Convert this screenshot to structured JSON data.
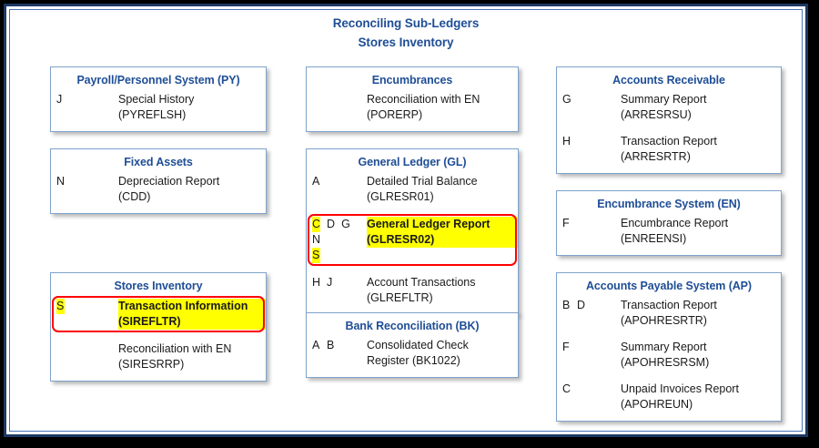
{
  "title": {
    "line1": "Reconciling Sub-Ledgers",
    "line2": "Stores Inventory"
  },
  "colors": {
    "frame_outer": "#1f3864",
    "frame_inner": "#4a76b8",
    "box_border": "#7fa3cc",
    "heading_blue": "#1f4e96",
    "highlight_yellow": "#ffff00",
    "highlight_outline_red": "#ff0000",
    "body_text": "#1a1a1a",
    "page_background": "#000000"
  },
  "boxes": [
    {
      "id": "payroll-personnel-system",
      "title": "Payroll/Personnel System (PY)",
      "rows": [
        {
          "codes": [
            "J"
          ],
          "highlighted_codes": [],
          "lines": [
            "Special History",
            "(PYREFLSH)"
          ],
          "highlighted": false
        }
      ]
    },
    {
      "id": "fixed-assets",
      "title": "Fixed Assets",
      "rows": [
        {
          "codes": [
            "N"
          ],
          "highlighted_codes": [],
          "lines": [
            "Depreciation Report",
            "(CDD)"
          ],
          "highlighted": false
        }
      ]
    },
    {
      "id": "stores-inventory",
      "title": "Stores Inventory",
      "rows": [
        {
          "codes": [
            "S"
          ],
          "highlighted_codes": [
            "S"
          ],
          "lines": [
            "Transaction Information",
            "(SIREFLTR)"
          ],
          "highlighted": true
        },
        {
          "codes": [],
          "highlighted_codes": [],
          "lines": [
            "Reconciliation with EN",
            "(SIRESRRP)"
          ],
          "highlighted": false
        }
      ]
    },
    {
      "id": "encumbrances",
      "title": "Encumbrances",
      "rows": [
        {
          "codes": [],
          "highlighted_codes": [],
          "lines": [
            "Reconciliation with EN",
            "(PORERP)"
          ],
          "highlighted": false
        }
      ]
    },
    {
      "id": "general-ledger",
      "title": "General Ledger (GL)",
      "rows": [
        {
          "codes": [
            "A"
          ],
          "highlighted_codes": [],
          "lines": [
            "Detailed Trial Balance",
            "(GLRESR01)"
          ],
          "highlighted": false
        },
        {
          "codes": [
            "C",
            "D",
            "G",
            "N",
            "S"
          ],
          "highlighted_codes": [
            "C",
            "S"
          ],
          "break_after": "N",
          "lines": [
            "General Ledger Report",
            "(GLRESR02)"
          ],
          "highlighted": true
        },
        {
          "codes": [
            "H",
            "J"
          ],
          "highlighted_codes": [],
          "lines": [
            "Account Transactions",
            "(GLREFLTR)"
          ],
          "highlighted": false
        }
      ]
    },
    {
      "id": "bank-reconciliation",
      "title": "Bank Reconciliation (BK)",
      "rows": [
        {
          "codes": [
            "A",
            "B"
          ],
          "highlighted_codes": [],
          "lines": [
            "Consolidated Check",
            "Register (BK1022)"
          ],
          "highlighted": false
        }
      ]
    },
    {
      "id": "accounts-receivable",
      "title": "Accounts Receivable",
      "rows": [
        {
          "codes": [
            "G"
          ],
          "highlighted_codes": [],
          "lines": [
            "Summary Report",
            "(ARRESRSU)"
          ],
          "highlighted": false
        },
        {
          "codes": [
            "H"
          ],
          "highlighted_codes": [],
          "lines": [
            "Transaction Report",
            "(ARRESRTR)"
          ],
          "highlighted": false
        }
      ]
    },
    {
      "id": "encumbrance-system",
      "title": "Encumbrance System (EN)",
      "rows": [
        {
          "codes": [
            "F"
          ],
          "highlighted_codes": [],
          "lines": [
            "Encumbrance Report",
            "(ENREENSI)"
          ],
          "highlighted": false
        }
      ]
    },
    {
      "id": "accounts-payable-system",
      "title": "Accounts Payable System (AP)",
      "rows": [
        {
          "codes": [
            "B",
            "D"
          ],
          "highlighted_codes": [],
          "lines": [
            "Transaction Report",
            "(APOHRESRTR)"
          ],
          "highlighted": false
        },
        {
          "codes": [
            "F"
          ],
          "highlighted_codes": [],
          "lines": [
            "Summary Report",
            "(APOHRESRSM)"
          ],
          "highlighted": false
        },
        {
          "codes": [
            "C"
          ],
          "highlighted_codes": [],
          "lines": [
            "Unpaid Invoices Report",
            "(APOHREUN)"
          ],
          "highlighted": false
        }
      ]
    }
  ]
}
